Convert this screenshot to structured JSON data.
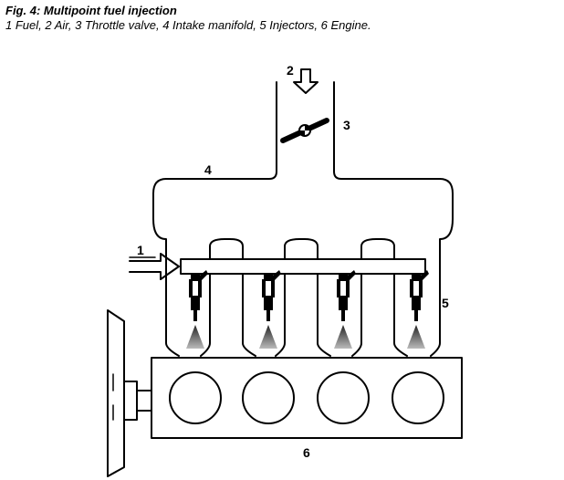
{
  "figure": {
    "title": "Fig. 4: Multipoint fuel injection",
    "caption": "1 Fuel, 2 Air, 3 Throttle valve, 4 Intake manifold, 5 Injectors, 6 Engine."
  },
  "labels": {
    "fuel": "1",
    "air": "2",
    "throttle": "3",
    "manifold": "4",
    "injectors": "5",
    "engine": "6"
  },
  "counts": {
    "cylinders": 4,
    "injectors": 4
  }
}
